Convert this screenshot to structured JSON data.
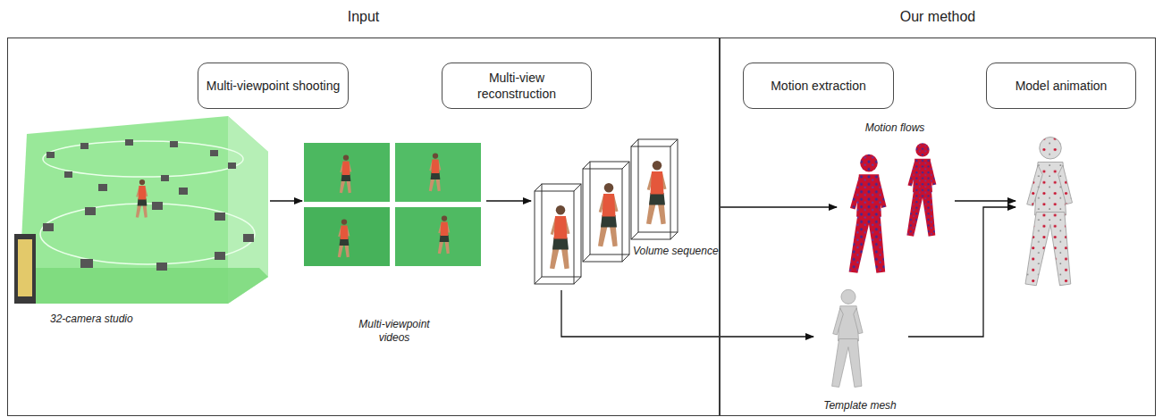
{
  "diagram": {
    "nodes": [
      {
        "text": [
          "Input"
        ]
      },
      {
        "text": [
          "Our method"
        ]
      },
      {
        "text": [
          "Multi-viewpoint shooting"
        ],
        "in": 0
      },
      {
        "text": [
          "Multi-view reconstruction"
        ],
        "in": 0
      },
      {
        "text": [
          "32-camera studio"
        ],
        "in": 0
      },
      {
        "text": [
          "Multi-viewpoint videos"
        ],
        "in": 0
      },
      {
        "text": [
          "Volume sequence"
        ],
        "in": 0
      },
      {
        "text": [
          "Motion extraction"
        ],
        "in": 1
      },
      {
        "text": [
          "Model animation"
        ],
        "in": 1
      },
      {
        "text": [
          "Motion flows"
        ],
        "in": 1
      },
      {
        "text": [
          "Template mesh"
        ],
        "in": 1
      }
    ],
    "edges": [
      {
        "from": 4,
        "to": 5,
        "arrow": "to"
      },
      {
        "from": 5,
        "to": 6,
        "arrow": "to"
      },
      {
        "from": 6,
        "to": 9,
        "arrow": "to"
      },
      {
        "from": 6,
        "to": 10,
        "arrow": "to"
      }
    ]
  }
}
